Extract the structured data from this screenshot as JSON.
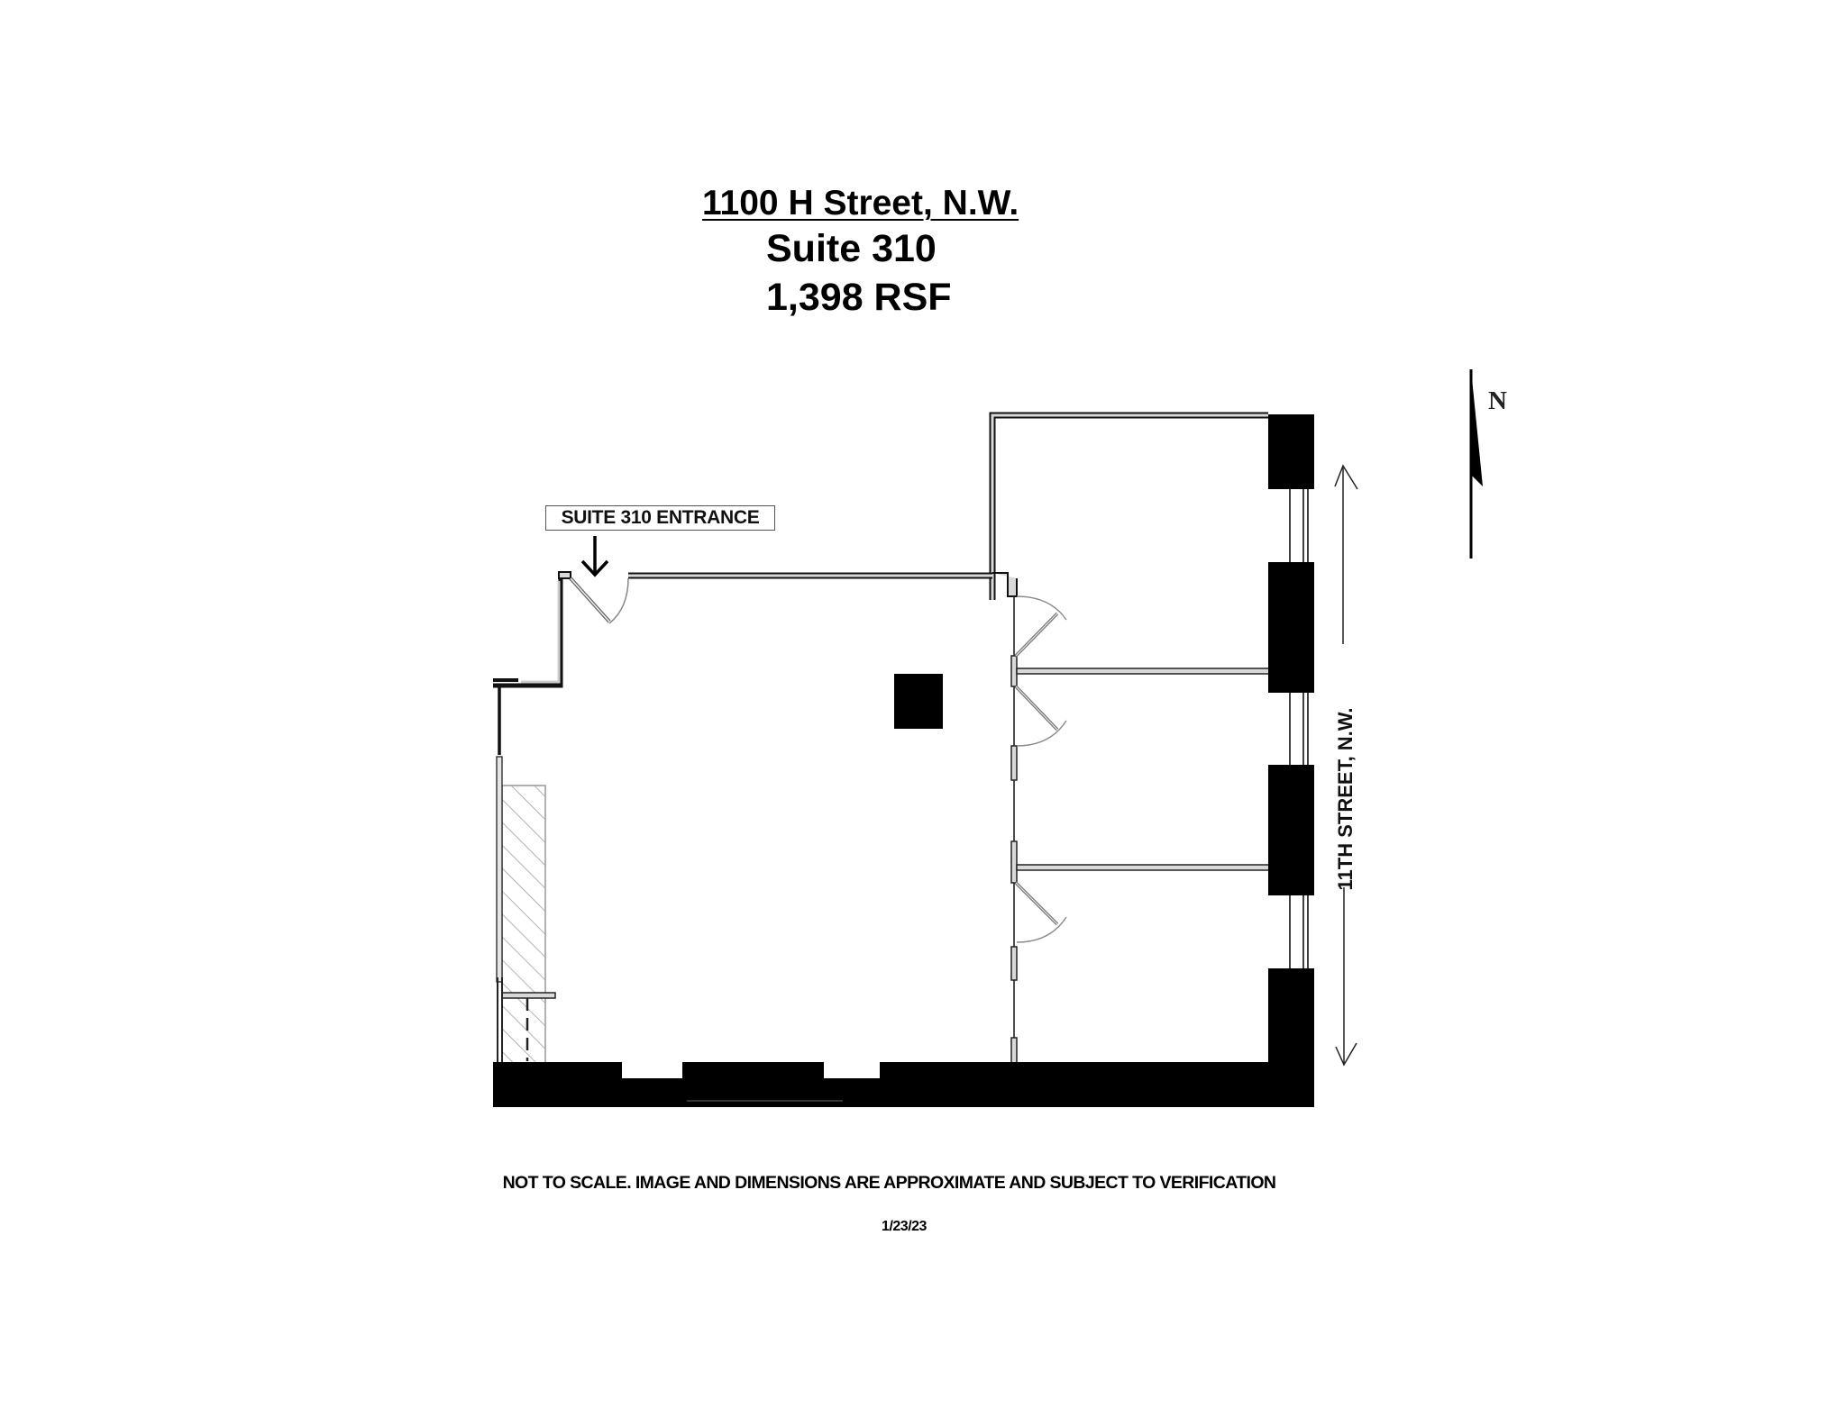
{
  "header": {
    "address": "1100 H Street, N.W.",
    "suite": "Suite 310",
    "area": "1,398 RSF"
  },
  "plan": {
    "entrance_label": "SUITE 310 ENTRANCE",
    "street_label": "11TH STREET, N.W.",
    "north_label": "N",
    "colors": {
      "wall": "#000000",
      "wall_fill": "#d9d9d9",
      "hatch": "#9a9a9a",
      "background": "#ffffff"
    }
  },
  "footer": {
    "disclaimer": "NOT TO SCALE. IMAGE AND DIMENSIONS ARE APPROXIMATE AND SUBJECT TO VERIFICATION",
    "date": "1/23/23"
  }
}
